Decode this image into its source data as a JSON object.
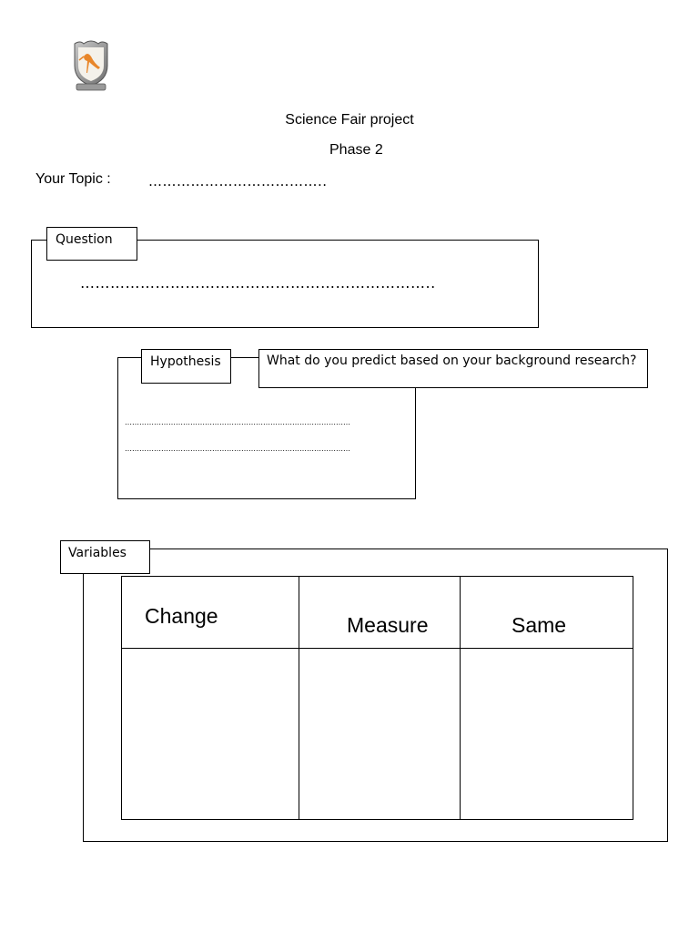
{
  "logo": {
    "icon": "crest-heron-icon",
    "colors": {
      "shield": "#8a8a8a",
      "bird": "#e8862a"
    }
  },
  "header": {
    "title": "Science Fair project",
    "phase": "Phase 2"
  },
  "topic": {
    "label": "Your Topic :",
    "dots": "……………………………….."
  },
  "question": {
    "label": "Question",
    "dots": "…………………………………………………………….."
  },
  "hypothesis": {
    "label": "Hypothesis",
    "prompt": "What do you predict based on your background research?",
    "line1": "…………………………………………………………………………………",
    "line2": "…………………………………………………………………………………"
  },
  "variables": {
    "label": "Variables",
    "columns": [
      "Change",
      "Measure",
      "Same"
    ]
  }
}
